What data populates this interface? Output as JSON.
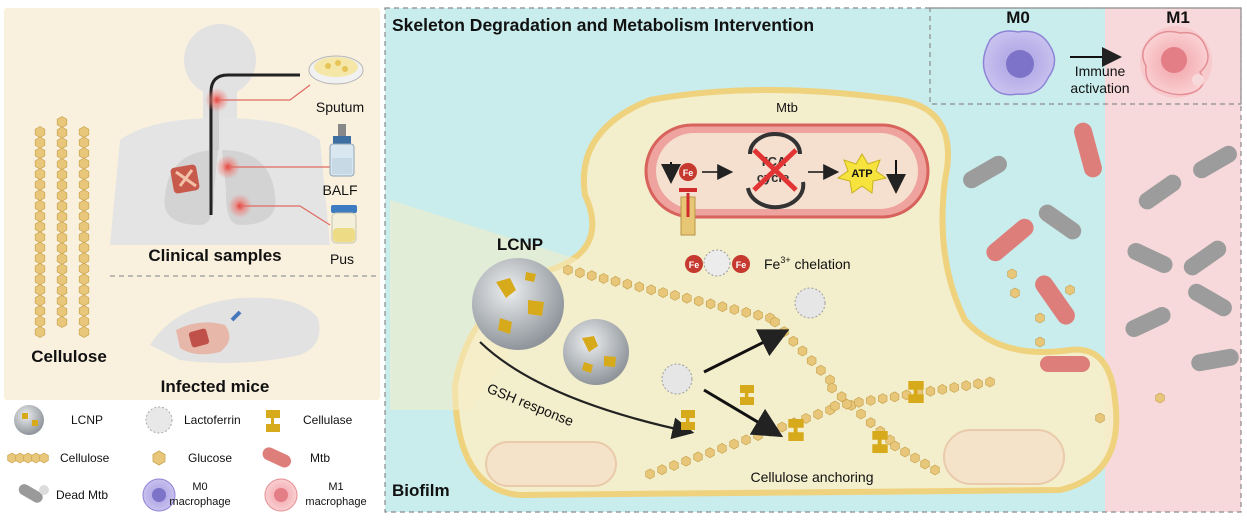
{
  "left_panel": {
    "cellulose_label": "Cellulose",
    "clinical_samples_label": "Clinical samples",
    "infected_mice_label": "Infected mice",
    "samples": [
      "Sputum",
      "BALF",
      "Pus"
    ]
  },
  "legend": {
    "items": [
      {
        "icon": "lcnp-icon",
        "label": "LCNP"
      },
      {
        "icon": "lactoferrin-icon",
        "label": "Lactoferrin"
      },
      {
        "icon": "cellulase-icon",
        "label": "Cellulase"
      },
      {
        "icon": "cellulose-chain-icon",
        "label": "Cellulose"
      },
      {
        "icon": "glucose-icon",
        "label": "Glucose"
      },
      {
        "icon": "mtb-icon",
        "label": "Mtb"
      },
      {
        "icon": "dead-mtb-icon",
        "label": "Dead Mtb"
      },
      {
        "icon": "m0-macrophage-icon",
        "label_lines": [
          "M0",
          "macrophage"
        ]
      },
      {
        "icon": "m1-macrophage-icon",
        "label_lines": [
          "M1",
          "macrophage"
        ]
      }
    ]
  },
  "main_panel": {
    "title": "Skeleton Degradation and Metabolism Intervention",
    "mtb_label": "Mtb",
    "fe_label": "Fe",
    "tca_lines": [
      "TCA",
      "cycle"
    ],
    "atp_label": "ATP",
    "chelation": {
      "prefix": "Fe",
      "superscript": "3+",
      "suffix": " chelation"
    },
    "lcnp_label": "LCNP",
    "gsh_label": "GSH response",
    "anchoring_label": "Cellulose anchoring",
    "biofilm_label": "Biofilm"
  },
  "macrophage_box": {
    "m0_label": "M0",
    "m1_label": "M1",
    "activation_lines": [
      "Immune",
      "activation"
    ]
  },
  "colors": {
    "left_bg": "#f9f1de",
    "teal_bg": "#c9ecec",
    "pink_bg": "#f8d9db",
    "biofilm_fill": "#f6eec8",
    "biofilm_stroke": "#efd27e",
    "cellulose_bead": "#e8c77a",
    "mtb_rod": "#dd7e7a",
    "cellulase": "#d7aa1c",
    "m0": "#b8aee6",
    "m1": "#f3b3b6"
  }
}
